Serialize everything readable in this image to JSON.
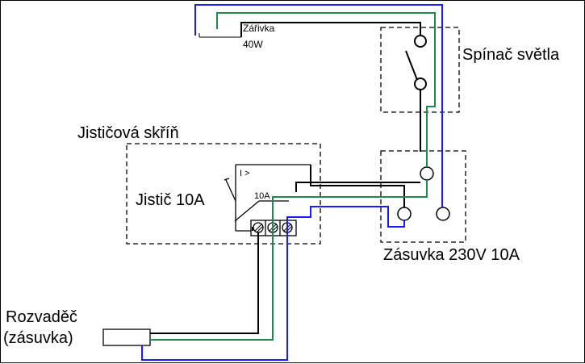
{
  "labels": {
    "lamp_name": "Zářivka",
    "lamp_power": "40W",
    "switch": "Spínač světla",
    "breaker_box": "Jističová skříň",
    "breaker": "Jistič 10A",
    "breaker_symbol": "I >",
    "breaker_rating": "10A",
    "socket": "Zásuvka 230V 10A",
    "distribution_line1": "Rozvaděč",
    "distribution_line2": "(zásuvka)"
  },
  "colors": {
    "line": "#000000",
    "neutral": "#1a1aff",
    "protective_earth": "#1e8a4c",
    "background": "#ffffff"
  }
}
